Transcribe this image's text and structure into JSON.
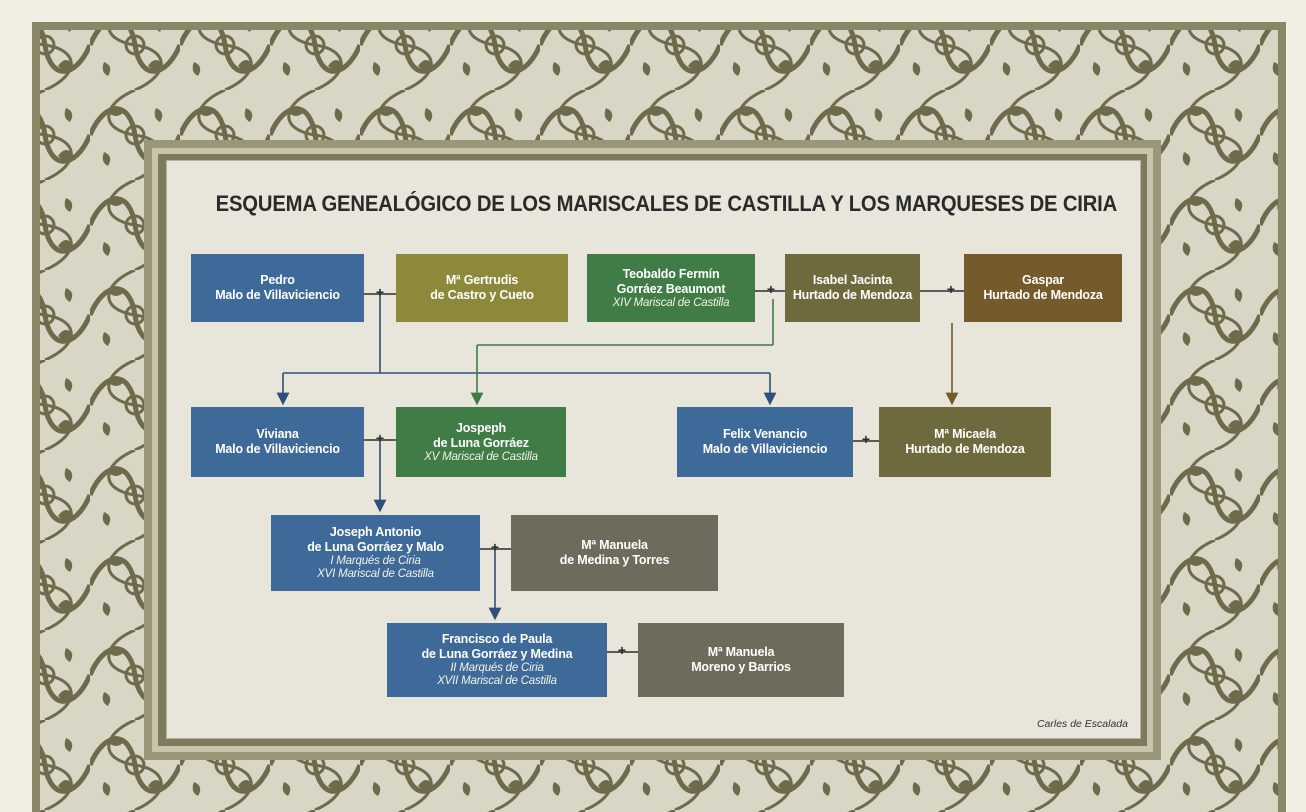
{
  "title": "ESQUEMA GENEALÓGICO DE LOS MARISCALES DE CASTILLA Y LOS MARQUESES DE CIRIA",
  "credit": "Carles de Escalada",
  "connector_symbol": "+",
  "colors": {
    "blue": "#3e6a99",
    "olive": "#8c8a3a",
    "green": "#3f7c46",
    "khaki": "#6f6a3e",
    "brown": "#755a2b",
    "gray": "#6d6b5c",
    "frame": "#8a8668",
    "ornament": "#5c5a3e"
  },
  "persons": {
    "pedro": {
      "line1": "Pedro",
      "line2": "Malo de Villaviciencio"
    },
    "gertrudis": {
      "line1": "Mª Gertrudis",
      "line2": "de Castro y Cueto"
    },
    "teobaldo": {
      "line1": "Teobaldo Fermín",
      "line2": "Gorráez Beaumont",
      "title1": "XIV Mariscal de Castilla"
    },
    "isabel": {
      "line1": "Isabel Jacinta",
      "line2": "Hurtado de Mendoza"
    },
    "gaspar": {
      "line1": "Gaspar",
      "line2": "Hurtado de Mendoza"
    },
    "viviana": {
      "line1": "Viviana",
      "line2": "Malo de Villaviciencio"
    },
    "jospeph": {
      "line1": "Jospeph",
      "line2": "de Luna Gorráez",
      "title1": "XV Mariscal de Castilla"
    },
    "felix": {
      "line1": "Felix Venancio",
      "line2": "Malo de Villaviciencio"
    },
    "micaela": {
      "line1": "Mª Micaela",
      "line2": "Hurtado de Mendoza"
    },
    "joseph_antonio": {
      "line1": "Joseph Antonio",
      "line2": "de Luna Gorráez y Malo",
      "title1": "I Marqués de Ciria",
      "title2": "XVI Mariscal de Castilla"
    },
    "manuela_medina": {
      "line1": "Mª Manuela",
      "line2": "de Medina y Torres"
    },
    "francisco": {
      "line1": "Francisco de Paula",
      "line2": "de Luna Gorráez y Medina",
      "title1": "II Marqués de Ciria",
      "title2": "XVII Mariscal de Castilla"
    },
    "manuela_moreno": {
      "line1": "Mª Manuela",
      "line2": "Moreno y Barrios"
    }
  }
}
